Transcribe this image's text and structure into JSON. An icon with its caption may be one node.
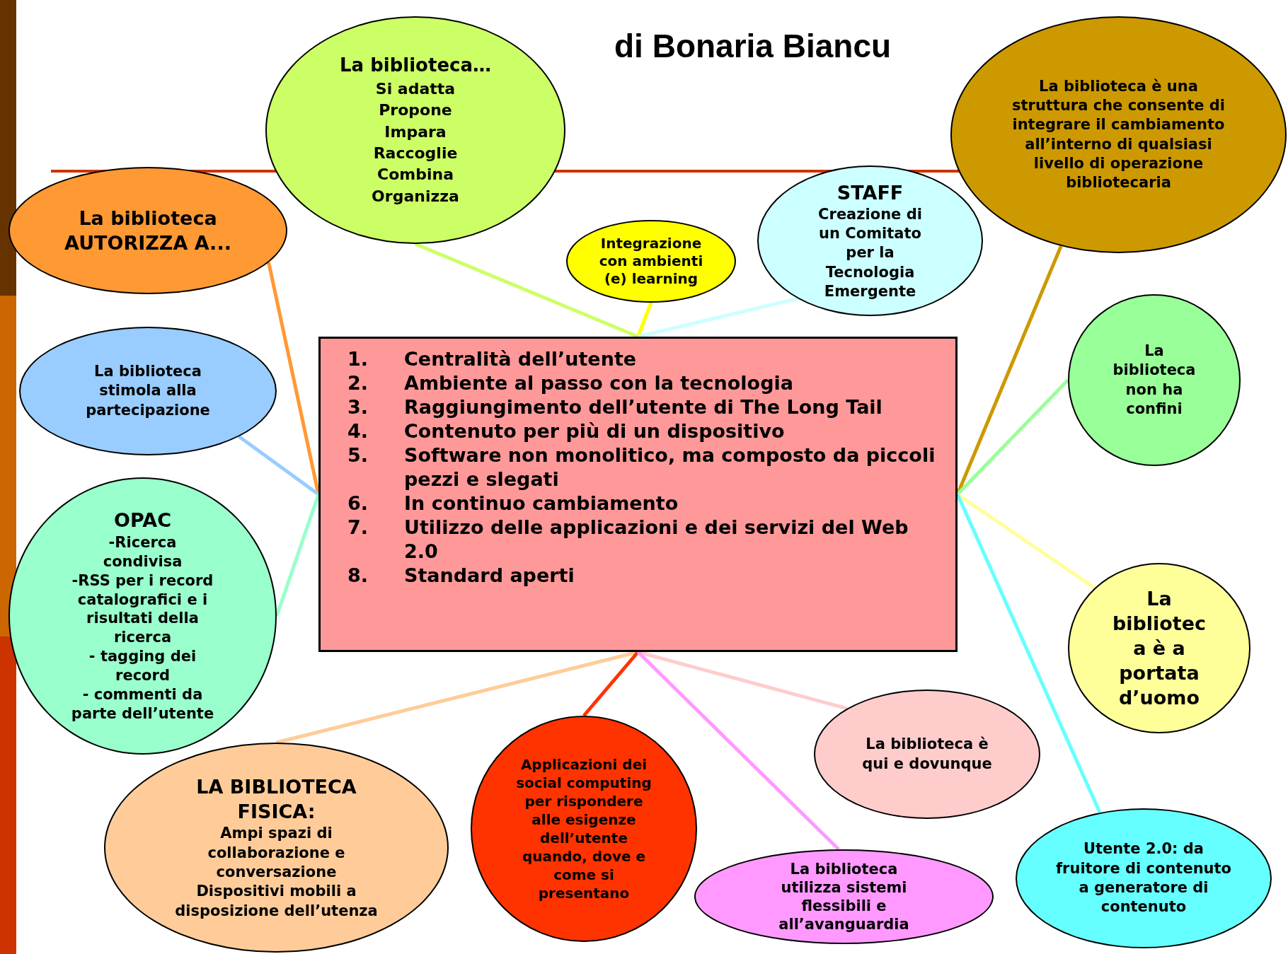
{
  "diagram": {
    "title": "di Bonaria Biancu",
    "nodes": [
      {
        "text": [
          "1. Centralità dell’utente",
          "2. Ambiente al passo con la tecnologia",
          "3. Raggiungimento dell’utente di The Long Tail",
          "4. Contenuto per più di un dispositivo",
          "5. Software non monolitico, ma composto da piccoli pezzi e slegati",
          "6. In continuo cambiamento",
          "7. Utilizzo delle applicazioni e dei servizi del Web 2.0",
          "8. Standard aperti"
        ]
      },
      {
        "text": [
          "La biblioteca…",
          "Si adatta",
          "Propone",
          "Impara",
          "Raccoglie",
          "Combina",
          "Organizza"
        ]
      },
      {
        "text": [
          "La biblioteca AUTORIZZA A..."
        ]
      },
      {
        "text": [
          "Integrazione con ambienti (e) learning"
        ]
      },
      {
        "text": [
          "STAFF",
          "Creazione di un Comitato per la Tecnologia Emergente"
        ]
      },
      {
        "text": [
          "La biblioteca è una struttura che consente di integrare il cambiamento all’interno di qualsiasi livello di operazione bibliotecaria"
        ]
      },
      {
        "text": [
          "La biblioteca stimola alla partecipazione"
        ]
      },
      {
        "text": [
          "OPAC",
          "-Ricerca condivisa",
          "-RSS per i record catalografici e i risultati della ricerca",
          "- tagging dei record",
          "- commenti da parte dell’utente"
        ]
      },
      {
        "text": [
          "La biblioteca non ha confini"
        ]
      },
      {
        "text": [
          "La bibliotec a è a portata d’uomo"
        ]
      },
      {
        "text": [
          "LA BIBLIOTECA FISICA:",
          "Ampi spazi di collaborazione e conversazione",
          "Dispositivi mobili a disposizione dell’utenza"
        ]
      },
      {
        "text": [
          "Applicazioni dei social computing per rispondere alle esigenze dell’utente quando, dove e come si presentano"
        ]
      },
      {
        "text": [
          "La biblioteca è qui e dovunque"
        ]
      },
      {
        "text": [
          "La biblioteca utilizza sistemi flessibili e all’avanguardia"
        ]
      },
      {
        "text": [
          "Utente 2.0: da fruitore di contenuto a generatore di contenuto"
        ]
      }
    ],
    "edges": [
      {
        "from": 1,
        "to": 0,
        "arrow": "none",
        "color": "#ccff66"
      },
      {
        "from": 2,
        "to": 0,
        "arrow": "none",
        "color": "#ff9933"
      },
      {
        "from": 3,
        "to": 0,
        "arrow": "none",
        "color": "#ffff00"
      },
      {
        "from": 4,
        "to": 0,
        "arrow": "none",
        "color": "#ccffff"
      },
      {
        "from": 5,
        "to": 0,
        "arrow": "none",
        "color": "#cc9900"
      },
      {
        "from": 6,
        "to": 0,
        "arrow": "none",
        "color": "#99ccff"
      },
      {
        "from": 7,
        "to": 0,
        "arrow": "none",
        "color": "#99ffcc"
      },
      {
        "from": 8,
        "to": 0,
        "arrow": "none",
        "color": "#99ff99"
      },
      {
        "from": 9,
        "to": 0,
        "arrow": "none",
        "color": "#ffff99"
      },
      {
        "from": 10,
        "to": 0,
        "arrow": "none",
        "color": "#ffcc99"
      },
      {
        "from": 11,
        "to": 0,
        "arrow": "none",
        "color": "#ff3300"
      },
      {
        "from": 12,
        "to": 0,
        "arrow": "none",
        "color": "#ffcccc"
      },
      {
        "from": 13,
        "to": 0,
        "arrow": "none",
        "color": "#ff99ff"
      },
      {
        "from": 14,
        "to": 0,
        "arrow": "none",
        "color": "#66ffff"
      }
    ]
  }
}
